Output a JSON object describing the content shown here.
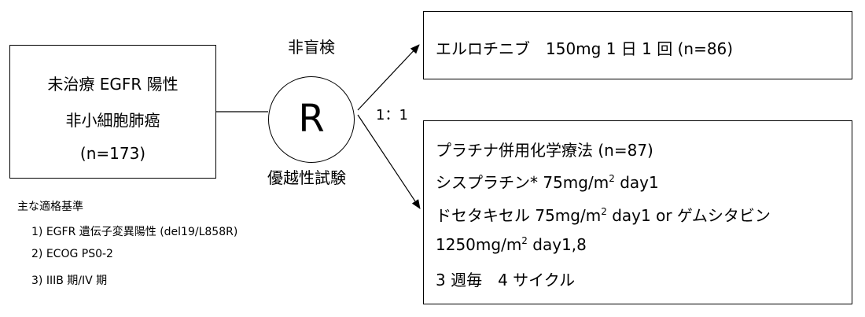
{
  "patients": {
    "line1": "未治療 EGFR 陽性",
    "line2": "非小細胞肺癌",
    "line3": "(n=173)"
  },
  "randomization": {
    "symbol": "R",
    "label_top": "非盲検",
    "label_bottom": "優越性試験",
    "ratio": "1：1"
  },
  "arm1": {
    "text": "エルロチニブ　150mg 1 日 1 回 (n=86)"
  },
  "arm2": {
    "line1": "プラチナ併用化学療法 (n=87)",
    "line2_pre": "シスプラチン* 75mg/m",
    "line2_sup": "2",
    "line2_post": " day1",
    "line3_pre": "ドセタキセル 75mg/m",
    "line3_sup": "2",
    "line3_post": " day1 or ゲムシタビン",
    "line4_pre": "1250mg/m",
    "line4_sup": "2",
    "line4_post": " day1,8",
    "line5": "3 週毎　4 サイクル"
  },
  "criteria": {
    "title": "主な適格基準",
    "items": [
      "1) EGFR 遺伝子変異陽性 (del19/L858R)",
      "2) ECOG PS0-2",
      "3) IIIB 期/IV 期"
    ]
  }
}
